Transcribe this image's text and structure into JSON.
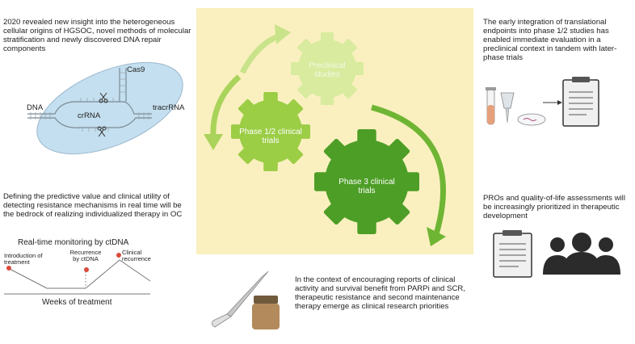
{
  "top_left": {
    "text": "2020 revealed new insight into the heterogeneous cellular origins of HGSOC, novel methods of molecular stratification and newly discovered DNA repair components",
    "labels": {
      "cas9": "Cas9",
      "dna": "DNA",
      "crrna": "crRNA",
      "tracrrna": "tracrRNA"
    }
  },
  "mid_left": {
    "text": "Defining the predictive value and clinical utility of detecting resistance mechanisms in real time will be the bedrock of realizing individualized therapy in OC",
    "chart_title": "Real-time monitoring by ctDNA",
    "x_label": "Weeks of treatment",
    "annotations": [
      "Introduction of treatment",
      "Recurrence by ctDNA",
      "Clinical recurrence"
    ]
  },
  "center": {
    "gear_labels": [
      "Preclinical studies",
      "Phase 1/2 clinical trials",
      "Phase 3 clinical trials"
    ],
    "colors": {
      "panel": "#faf0bf",
      "light": "#d5e99a",
      "mid": "#96c93f",
      "dark": "#4c9e25",
      "arrow": "#7fbf3a"
    }
  },
  "bottom_center": {
    "text": "In the context of encouraging reports of clinical activity and survival benefit from PARPi and SCR, therapeutic resistance and second maintenance therapy emerge as clinical research priorities"
  },
  "top_right": {
    "text": "The early integration of translational endpoints into phase 1/2 studies has enabled immediate evaluation in a preclinical context in tandem with later-phase trials"
  },
  "mid_right": {
    "text": "PROs and quality-of-life assessments will be increasingly prioritized in therapeutic development"
  }
}
